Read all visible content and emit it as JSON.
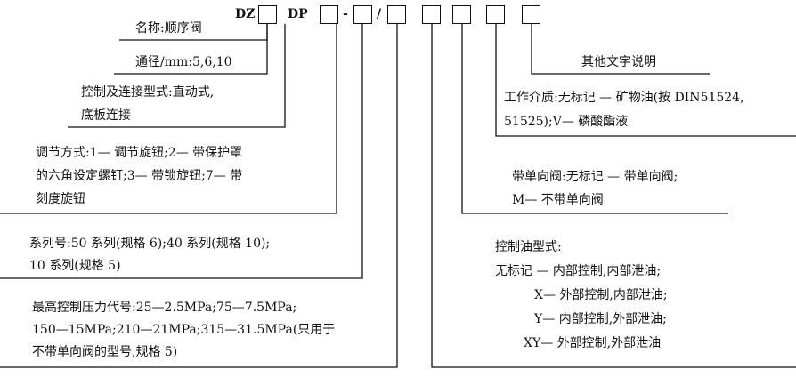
{
  "code": {
    "dz": "DZ",
    "dp": "DP",
    "dash": "-",
    "slash": "/"
  },
  "labels": {
    "name": "名称:顺序阀",
    "diameter": "通径/mm:5,6,10",
    "mounting": [
      "控制及连接型式:直动式,",
      "底板连接"
    ],
    "adjust": [
      "调节方式:1— 调节旋钮;2— 带保护罩",
      "的六角设定螺钉;3— 带锁旋钮;7— 带",
      "刻度旋钮"
    ],
    "series": [
      "系列号:50 系列(规格 6);40 系列(规格 10);",
      "10 系列(规格 5)"
    ],
    "pressure": [
      "最高控制压力代号:25—2.5MPa;75—7.5MPa;",
      "150—15MPa;210—21MPa;315—31.5MPa(只用于",
      "不带单向阀的型号,规格 5)"
    ],
    "other": "其他文字说明",
    "medium": [
      "工作介质:无标记 — 矿物油(按 DIN51524,",
      "51525);V— 磷酸酯液"
    ],
    "check_valve": [
      "带单向阀:无标记 — 带单向阀;",
      "M— 不带单向阀"
    ],
    "control_oil": [
      "控制油型式:",
      "无标记 — 内部控制,内部泄油;",
      "X— 外部控制,内部泄油;",
      "Y— 内部控制,外部泄油;",
      "XY— 外部控制,外部泄油"
    ]
  }
}
